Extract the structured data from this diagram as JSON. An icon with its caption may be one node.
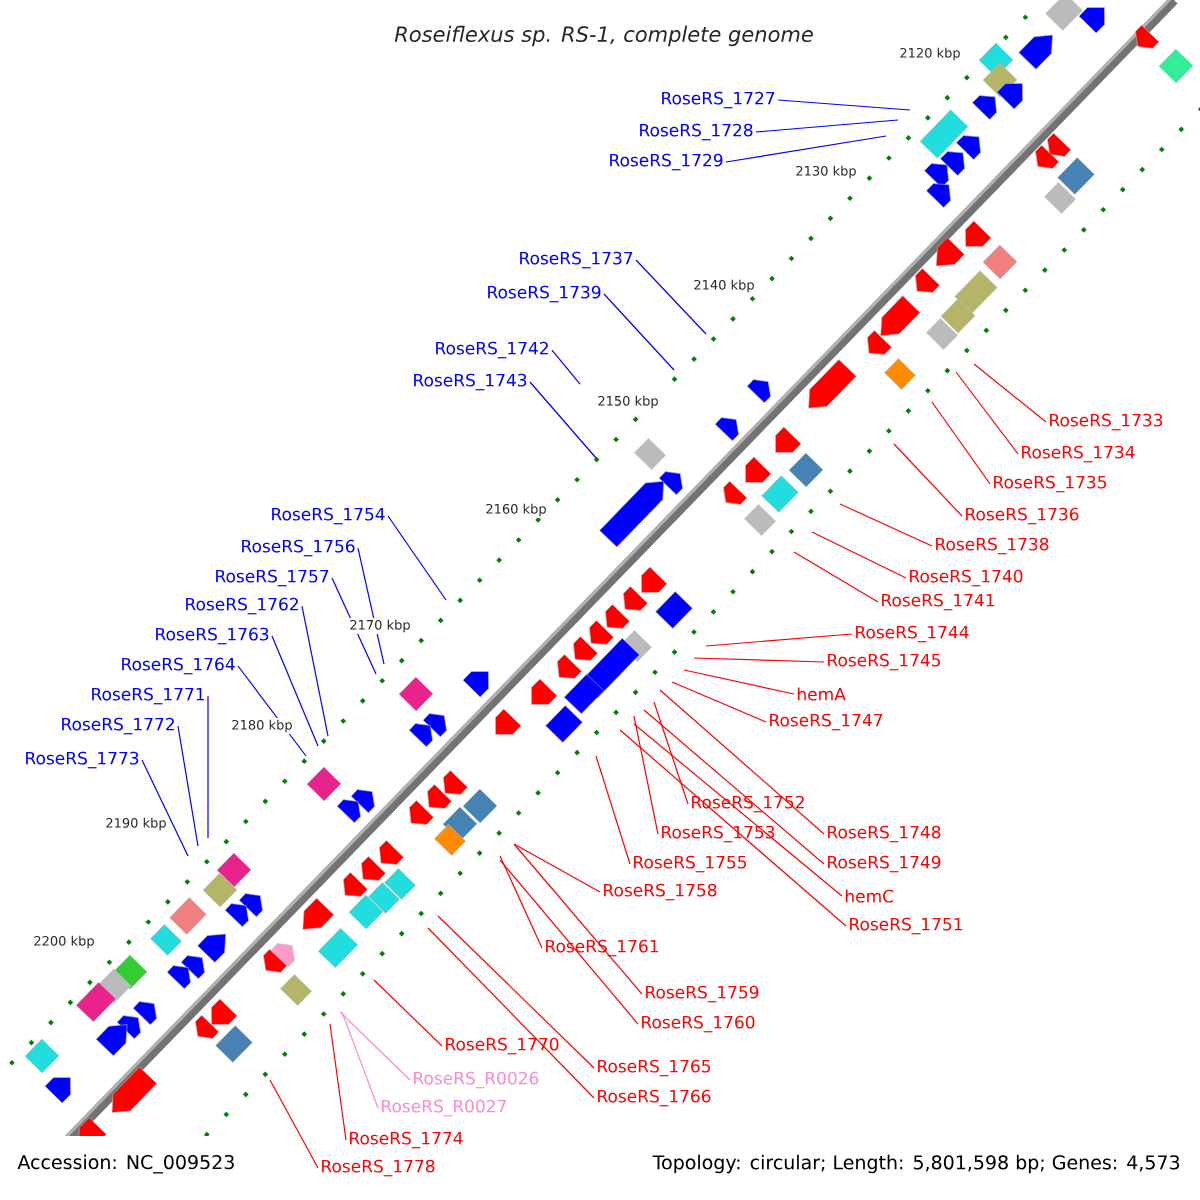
{
  "diagram": {
    "title": "Roseiflexus sp. RS-1, complete genome",
    "nodes": [
      {
        "text": [
          "RoseRS_1727"
        ]
      },
      {
        "text": [
          "RoseRS_1728"
        ]
      },
      {
        "text": [
          "RoseRS_1729"
        ]
      },
      {
        "text": [
          "RoseRS_1737"
        ]
      },
      {
        "text": [
          "RoseRS_1739"
        ]
      },
      {
        "text": [
          "RoseRS_1742"
        ]
      },
      {
        "text": [
          "RoseRS_1743"
        ]
      },
      {
        "text": [
          "RoseRS_1754"
        ]
      },
      {
        "text": [
          "RoseRS_1756"
        ]
      },
      {
        "text": [
          "RoseRS_1757"
        ]
      },
      {
        "text": [
          "RoseRS_1762"
        ]
      },
      {
        "text": [
          "RoseRS_1763"
        ]
      },
      {
        "text": [
          "RoseRS_1764"
        ]
      },
      {
        "text": [
          "RoseRS_1771"
        ]
      },
      {
        "text": [
          "RoseRS_1772"
        ]
      },
      {
        "text": [
          "RoseRS_1773"
        ]
      },
      {
        "text": [
          "RoseRS_1733"
        ]
      },
      {
        "text": [
          "RoseRS_1734"
        ]
      },
      {
        "text": [
          "RoseRS_1735"
        ]
      },
      {
        "text": [
          "RoseRS_1736"
        ]
      },
      {
        "text": [
          "RoseRS_1738"
        ]
      },
      {
        "text": [
          "RoseRS_1740"
        ]
      },
      {
        "text": [
          "RoseRS_1741"
        ]
      },
      {
        "text": [
          "RoseRS_1744"
        ]
      },
      {
        "text": [
          "RoseRS_1745"
        ]
      },
      {
        "text": [
          "hemA"
        ]
      },
      {
        "text": [
          "RoseRS_1747"
        ]
      },
      {
        "text": [
          "RoseRS_1752"
        ]
      },
      {
        "text": [
          "RoseRS_1748"
        ]
      },
      {
        "text": [
          "RoseRS_1753"
        ]
      },
      {
        "text": [
          "RoseRS_1749"
        ]
      },
      {
        "text": [
          "RoseRS_1755"
        ]
      },
      {
        "text": [
          "hemC"
        ]
      },
      {
        "text": [
          "RoseRS_1751"
        ]
      },
      {
        "text": [
          "RoseRS_1758"
        ]
      },
      {
        "text": [
          "RoseRS_1761"
        ]
      },
      {
        "text": [
          "RoseRS_1759"
        ]
      },
      {
        "text": [
          "RoseRS_1760"
        ]
      },
      {
        "text": [
          "RoseRS_1770"
        ]
      },
      {
        "text": [
          "RoseRS_1765"
        ]
      },
      {
        "text": [
          "RoseRS_R0026"
        ]
      },
      {
        "text": [
          "RoseRS_1766"
        ]
      },
      {
        "text": [
          "RoseRS_R0027"
        ]
      },
      {
        "text": [
          "RoseRS_1774"
        ]
      },
      {
        "text": [
          "RoseRS_1778"
        ]
      }
    ],
    "edges": [
      {
        "from": 0,
        "to": null,
        "arrow": "none",
        "color": "#0000ff"
      },
      {
        "from": 1,
        "to": null,
        "arrow": "none",
        "color": "#0000ff"
      },
      {
        "from": 2,
        "to": null,
        "arrow": "none",
        "color": "#0000ff"
      },
      {
        "from": 3,
        "to": null,
        "arrow": "none",
        "color": "#0000ff"
      },
      {
        "from": 4,
        "to": null,
        "arrow": "none",
        "color": "#0000ff"
      },
      {
        "from": 5,
        "to": null,
        "arrow": "none",
        "color": "#0000ff"
      },
      {
        "from": 6,
        "to": null,
        "arrow": "none",
        "color": "#0000ff"
      },
      {
        "from": 7,
        "to": null,
        "arrow": "none",
        "color": "#0000ff"
      },
      {
        "from": 8,
        "to": null,
        "arrow": "none",
        "color": "#0000ff"
      },
      {
        "from": 9,
        "to": null,
        "arrow": "none",
        "color": "#0000ff"
      },
      {
        "from": 10,
        "to": null,
        "arrow": "none",
        "color": "#0000ff"
      },
      {
        "from": 11,
        "to": null,
        "arrow": "none",
        "color": "#0000ff"
      },
      {
        "from": 12,
        "to": null,
        "arrow": "none",
        "color": "#0000ff"
      },
      {
        "from": 13,
        "to": null,
        "arrow": "none",
        "color": "#0000ff"
      },
      {
        "from": 14,
        "to": null,
        "arrow": "none",
        "color": "#0000ff"
      },
      {
        "from": 15,
        "to": null,
        "arrow": "none",
        "color": "#0000ff"
      },
      {
        "from": 16,
        "to": null,
        "arrow": "none"
      },
      {
        "from": 17,
        "to": null,
        "arrow": "none"
      },
      {
        "from": 18,
        "to": null,
        "arrow": "none"
      },
      {
        "from": 19,
        "to": null,
        "arrow": "none"
      },
      {
        "from": 20,
        "to": null,
        "arrow": "none"
      },
      {
        "from": 21,
        "to": null,
        "arrow": "none"
      },
      {
        "from": 22,
        "to": null,
        "arrow": "none"
      },
      {
        "from": 23,
        "to": null,
        "arrow": "none"
      },
      {
        "from": 24,
        "to": null,
        "arrow": "none"
      },
      {
        "from": 25,
        "to": null,
        "arrow": "none"
      },
      {
        "from": 26,
        "to": null,
        "arrow": "none"
      },
      {
        "from": 27,
        "to": null,
        "arrow": "none"
      },
      {
        "from": 28,
        "to": null,
        "arrow": "none"
      },
      {
        "from": 29,
        "to": null,
        "arrow": "none"
      },
      {
        "from": 30,
        "to": null,
        "arrow": "none"
      },
      {
        "from": 31,
        "to": null,
        "arrow": "none"
      },
      {
        "from": 32,
        "to": null,
        "arrow": "none"
      },
      {
        "from": 33,
        "to": null,
        "arrow": "none"
      },
      {
        "from": 34,
        "to": null,
        "arrow": "none"
      },
      {
        "from": 35,
        "to": null,
        "arrow": "none"
      },
      {
        "from": 36,
        "to": null,
        "arrow": "none"
      },
      {
        "from": 37,
        "to": null,
        "arrow": "none"
      },
      {
        "from": 38,
        "to": null,
        "arrow": "none"
      },
      {
        "from": 39,
        "to": null,
        "arrow": "none"
      },
      {
        "from": 40,
        "to": null,
        "arrow": "none",
        "color": "#ff88cc"
      },
      {
        "from": 41,
        "to": null,
        "arrow": "none"
      },
      {
        "from": 42,
        "to": null,
        "arrow": "none",
        "color": "#ff88cc"
      },
      {
        "from": 43,
        "to": null,
        "arrow": "none"
      },
      {
        "from": 44,
        "to": null,
        "arrow": "none"
      }
    ],
    "labels": [
      "2120 kbp",
      "2130 kbp",
      "2140 kbp",
      "2150 kbp",
      "2160 kbp",
      "2170 kbp",
      "2180 kbp",
      "2190 kbp",
      "2200 kbp",
      "Accession: NC_009523",
      "Topology: circular; Length: 5,801,598 bp; Genes: 4,573"
    ]
  }
}
